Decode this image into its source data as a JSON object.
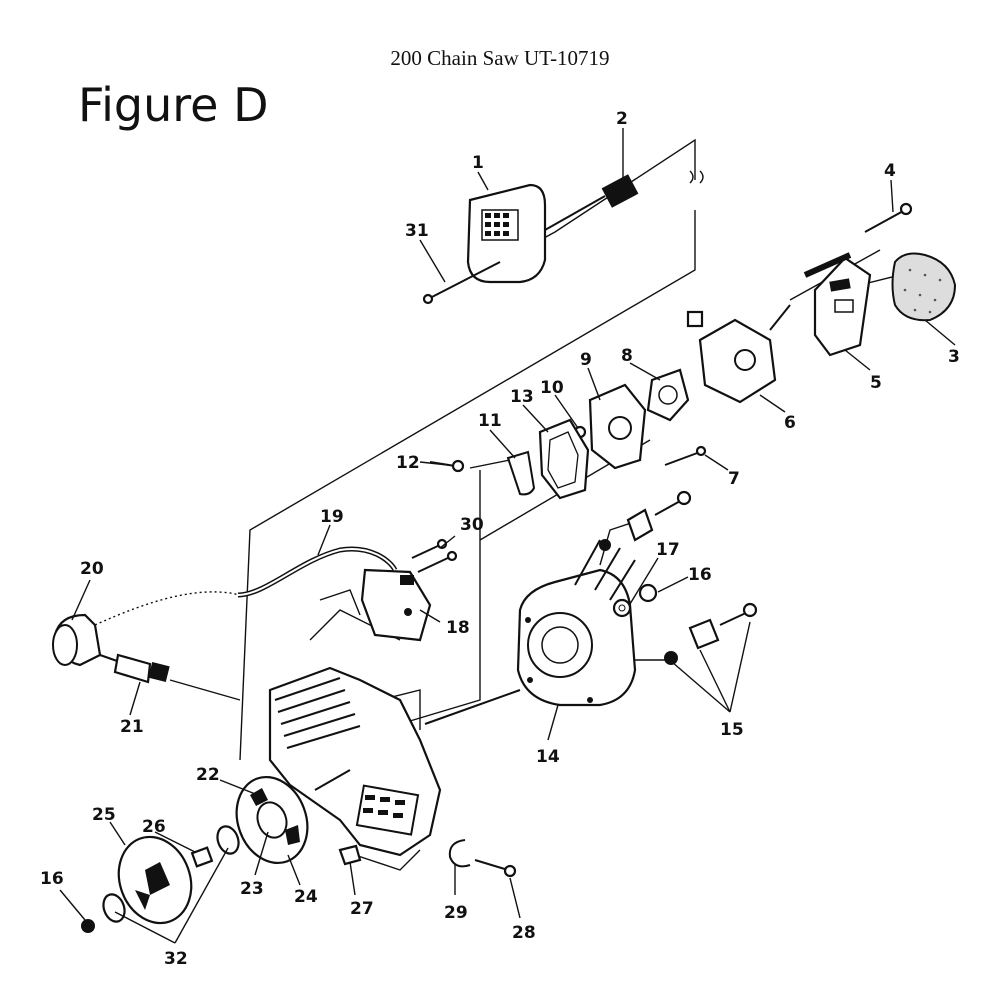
{
  "header": {
    "title": "200 Chain Saw UT-10719",
    "figure_label": "Figure D"
  },
  "callouts": [
    {
      "id": "c1",
      "label": "1"
    },
    {
      "id": "c2",
      "label": "2"
    },
    {
      "id": "c3",
      "label": "3"
    },
    {
      "id": "c4",
      "label": "4"
    },
    {
      "id": "c5",
      "label": "5"
    },
    {
      "id": "c6",
      "label": "6"
    },
    {
      "id": "c7",
      "label": "7"
    },
    {
      "id": "c8",
      "label": "8"
    },
    {
      "id": "c9",
      "label": "9"
    },
    {
      "id": "c10",
      "label": "10"
    },
    {
      "id": "c11",
      "label": "11"
    },
    {
      "id": "c12",
      "label": "12"
    },
    {
      "id": "c13",
      "label": "13"
    },
    {
      "id": "c14",
      "label": "14"
    },
    {
      "id": "c15",
      "label": "15"
    },
    {
      "id": "c16a",
      "label": "16"
    },
    {
      "id": "c16b",
      "label": "16"
    },
    {
      "id": "c17",
      "label": "17"
    },
    {
      "id": "c18",
      "label": "18"
    },
    {
      "id": "c19",
      "label": "19"
    },
    {
      "id": "c20",
      "label": "20"
    },
    {
      "id": "c21",
      "label": "21"
    },
    {
      "id": "c22",
      "label": "22"
    },
    {
      "id": "c23",
      "label": "23"
    },
    {
      "id": "c24",
      "label": "24"
    },
    {
      "id": "c25",
      "label": "25"
    },
    {
      "id": "c26",
      "label": "26"
    },
    {
      "id": "c27",
      "label": "27"
    },
    {
      "id": "c28",
      "label": "28"
    },
    {
      "id": "c29",
      "label": "29"
    },
    {
      "id": "c30",
      "label": "30"
    },
    {
      "id": "c31",
      "label": "31"
    },
    {
      "id": "c32",
      "label": "32"
    }
  ]
}
